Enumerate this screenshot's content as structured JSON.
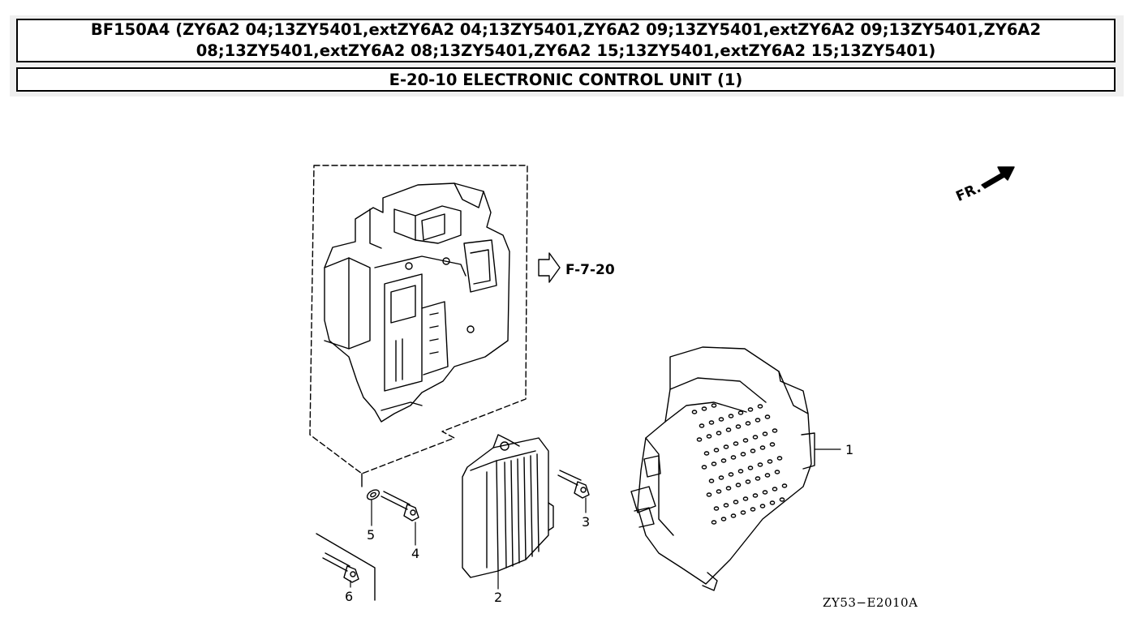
{
  "header": {
    "model_line": "BF150A4 (ZY6A2 04;13ZY5401,extZY6A2 04;13ZY5401,ZY6A2 09;13ZY5401,extZY6A2 09;13ZY5401,ZY6A2 08;13ZY5401,extZY6A2 08;13ZY5401,ZY6A2 15;13ZY5401,extZY6A2 15;13ZY5401)",
    "section_title": "E-20-10 ELECTRONIC CONTROL UNIT (1)"
  },
  "diagram": {
    "reference": "F-7-20",
    "front_marker": "FR.",
    "part_numbers": [
      "1",
      "2",
      "3",
      "4",
      "5",
      "6"
    ],
    "figure_code": "ZY53−E2010A"
  }
}
